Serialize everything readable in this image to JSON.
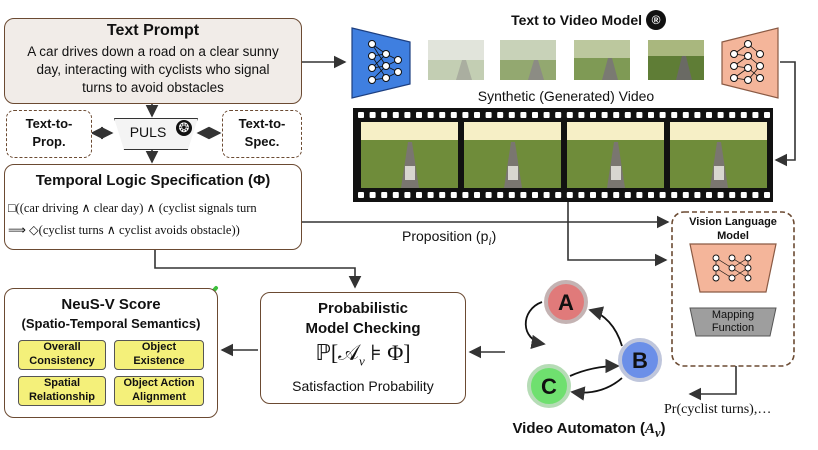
{
  "text_prompt": {
    "title": "Text Prompt",
    "line1": "A car drives down a road on a clear sunny",
    "line2": "day, interacting with cyclists who signal",
    "line3": "turns to avoid obstacles"
  },
  "puls": {
    "label": "PULS",
    "left_line1": "Text-to-",
    "left_line2": "Prop.",
    "right_line1": "Text-to-",
    "right_line2": "Spec."
  },
  "spec": {
    "title": "Temporal Logic Specification (Φ)",
    "line1": "□((car driving ∧ clear day) ∧ (cyclist signals turn",
    "line2": "⟹ ◇(cyclist turns ∧ cyclist avoids obstacle))"
  },
  "video": {
    "title": "Text to Video Model",
    "synthetic": "Synthetic (Generated) Video",
    "proposition": "Proposition (p",
    "proposition_sub": "i",
    "proposition_close": ")"
  },
  "vlm": {
    "title_line1": "Vision Language",
    "title_line2": "Model",
    "mapping_line1": "Mapping",
    "mapping_line2": "Function"
  },
  "automaton": {
    "states": [
      "A",
      "B",
      "C"
    ],
    "title": "Video Automaton (",
    "title_sym": "A",
    "title_sub": "v",
    "title_close": ")",
    "prob": "Pr(cyclist turns),…"
  },
  "checking": {
    "title_line1": "Probabilistic",
    "title_line2": "Model Checking",
    "formula": "ℙ[𝒜",
    "formula_sub": "v",
    "formula_rest": " ⊧ Φ]",
    "subtitle": "Satisfaction Probability"
  },
  "score": {
    "title_line1": "NeuS-V Score",
    "title_line2": "(Spatio-Temporal Semantics)",
    "cells": [
      {
        "line1": "Overall",
        "line2": "Consistency"
      },
      {
        "line1": "Object",
        "line2": "Existence"
      },
      {
        "line1": "Spatial",
        "line2": "Relationship"
      },
      {
        "line1": "Object Action",
        "line2": "Alignment"
      }
    ]
  },
  "colors": {
    "box_border": "#6b4a32",
    "encoder_blue": "#3f7fe0",
    "decoder_peach": "#f4b59a",
    "state_a": "#e07a7a",
    "state_b": "#6b8fe8",
    "state_c": "#6fe06f",
    "cell_yellow": "#f4f07a",
    "check_green": "#3cbf3c"
  }
}
